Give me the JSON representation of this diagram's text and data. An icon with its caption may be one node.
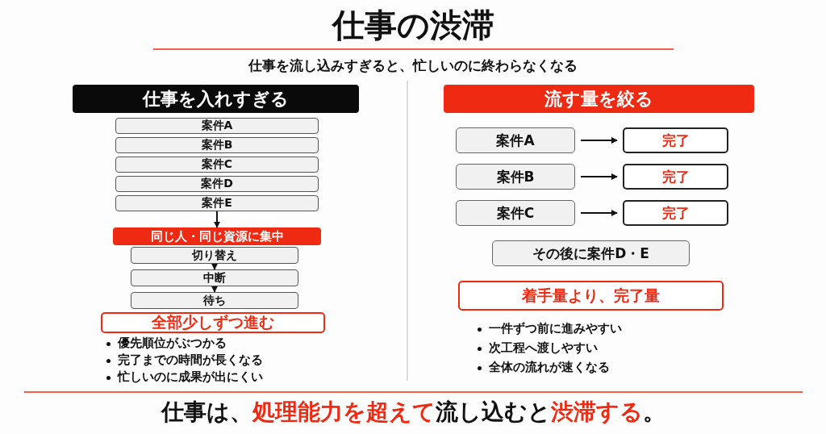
{
  "diagram": {
    "title": "仕事の渋滞",
    "caption": "仕事は、**処理能力を超えて**流し込むと**渋滞する**。",
    "nodes": [
      {
        "text": [
          "仕事を入れすぎる"
        ]
      },
      {
        "text": [
          "案件A"
        ]
      },
      {
        "text": [
          "案件B"
        ]
      },
      {
        "text": [
          "案件C"
        ]
      },
      {
        "text": [
          "案件D"
        ]
      },
      {
        "text": [
          "案件E"
        ]
      },
      {
        "text": [
          "同じ人・同じ資源に集中"
        ]
      },
      {
        "text": [
          "切り替え"
        ]
      },
      {
        "text": [
          "中断"
        ]
      },
      {
        "text": [
          "待ち"
        ]
      },
      {
        "text": [
          "全部少しずつ進む"
        ]
      },
      {
        "text": [
          "流す量を絞る"
        ]
      },
      {
        "text": [
          "案件A"
        ]
      },
      {
        "text": [
          "完了"
        ]
      },
      {
        "text": [
          "案件B"
        ]
      },
      {
        "text": [
          "完了"
        ]
      },
      {
        "text": [
          "案件C"
        ]
      },
      {
        "text": [
          "完了"
        ]
      },
      {
        "text": [
          "その後に案件D・E"
        ]
      },
      {
        "text": [
          "着手量より、完了量"
        ]
      }
    ],
    "edges": [
      {
        "from": 5,
        "to": 6,
        "arrow": "to"
      },
      {
        "from": 7,
        "to": 8,
        "arrow": "to"
      },
      {
        "from": 8,
        "to": 9,
        "arrow": "to"
      },
      {
        "from": 12,
        "to": 13,
        "arrow": "to"
      },
      {
        "from": 14,
        "to": 15,
        "arrow": "to"
      },
      {
        "from": 16,
        "to": 17,
        "arrow": "to"
      }
    ],
    "labels": [
      "仕事を流し込みすぎると、忙しいのに終わらなくなる",
      "優先順位がぶつかる",
      "完了までの時間が長くなる",
      "忙しいのに成果が出にくい",
      "一件ずつ前に進みやすい",
      "次工程へ渡しやすい",
      "全体の流れが速くなる"
    ]
  }
}
